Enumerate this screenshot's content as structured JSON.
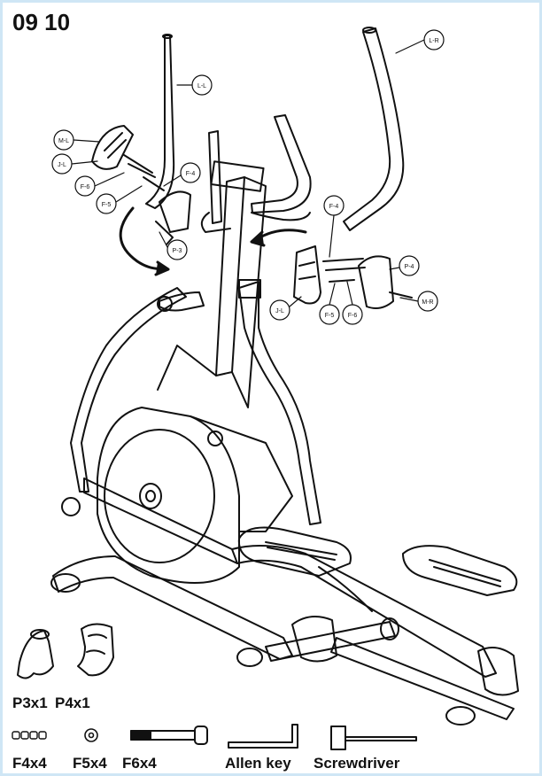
{
  "step": {
    "number": "09 10"
  },
  "parts": {
    "p3": "P3x1",
    "p4": "P4x1",
    "f4": "F4x4",
    "f5": "F5x4",
    "f6": "F6x4",
    "allen": "Allen key",
    "screwdriver": "Screwdriver"
  },
  "callouts": [
    "L-L",
    "L-R",
    "M-L",
    "J-L",
    "P-3",
    "P-4",
    "M-R",
    "F-4",
    "F-5",
    "F-6"
  ]
}
